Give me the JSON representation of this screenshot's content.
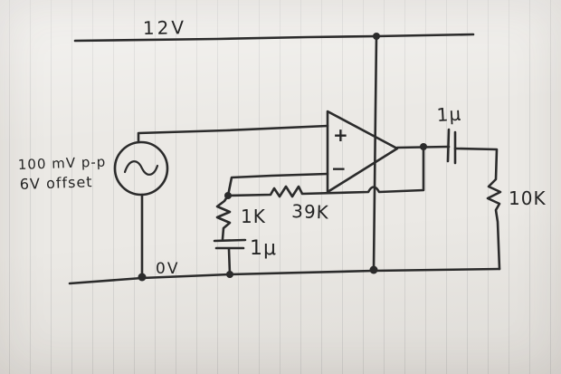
{
  "meta": {
    "description": "Hand-drawn op-amp amplifier schematic on vertically ruled paper"
  },
  "colors": {
    "ink": "#2b2b2b",
    "paper": "#ebe9e5",
    "rule_line": "#d6d5d2"
  },
  "labels": {
    "supply_rail": "12V",
    "ground_rail": "0V",
    "source_spec_line1": "100 mV p-p",
    "source_spec_line2": "6V offset",
    "opamp_noninverting": "+",
    "opamp_inverting": "−",
    "feedback_resistor": "39K",
    "ground_leg_resistor": "1K",
    "ground_leg_capacitor": "1μ",
    "output_capacitor": "1μ",
    "load_resistor": "10K"
  },
  "components": [
    {
      "name": "ac-source",
      "type": "sine-wave voltage source",
      "value": "100 mV p-p, 6V offset"
    },
    {
      "name": "op-amp",
      "type": "operational amplifier"
    },
    {
      "name": "feedback-resistor",
      "type": "resistor",
      "value": "39K"
    },
    {
      "name": "ground-leg-resistor",
      "type": "resistor",
      "value": "1K"
    },
    {
      "name": "ground-leg-capacitor",
      "type": "capacitor",
      "value": "1μ"
    },
    {
      "name": "output-coupling-capacitor",
      "type": "capacitor",
      "value": "1μ"
    },
    {
      "name": "load-resistor",
      "type": "resistor",
      "value": "10K"
    },
    {
      "name": "top-rail",
      "type": "supply rail",
      "value": "12V"
    },
    {
      "name": "bottom-rail",
      "type": "ground rail",
      "value": "0V"
    }
  ]
}
